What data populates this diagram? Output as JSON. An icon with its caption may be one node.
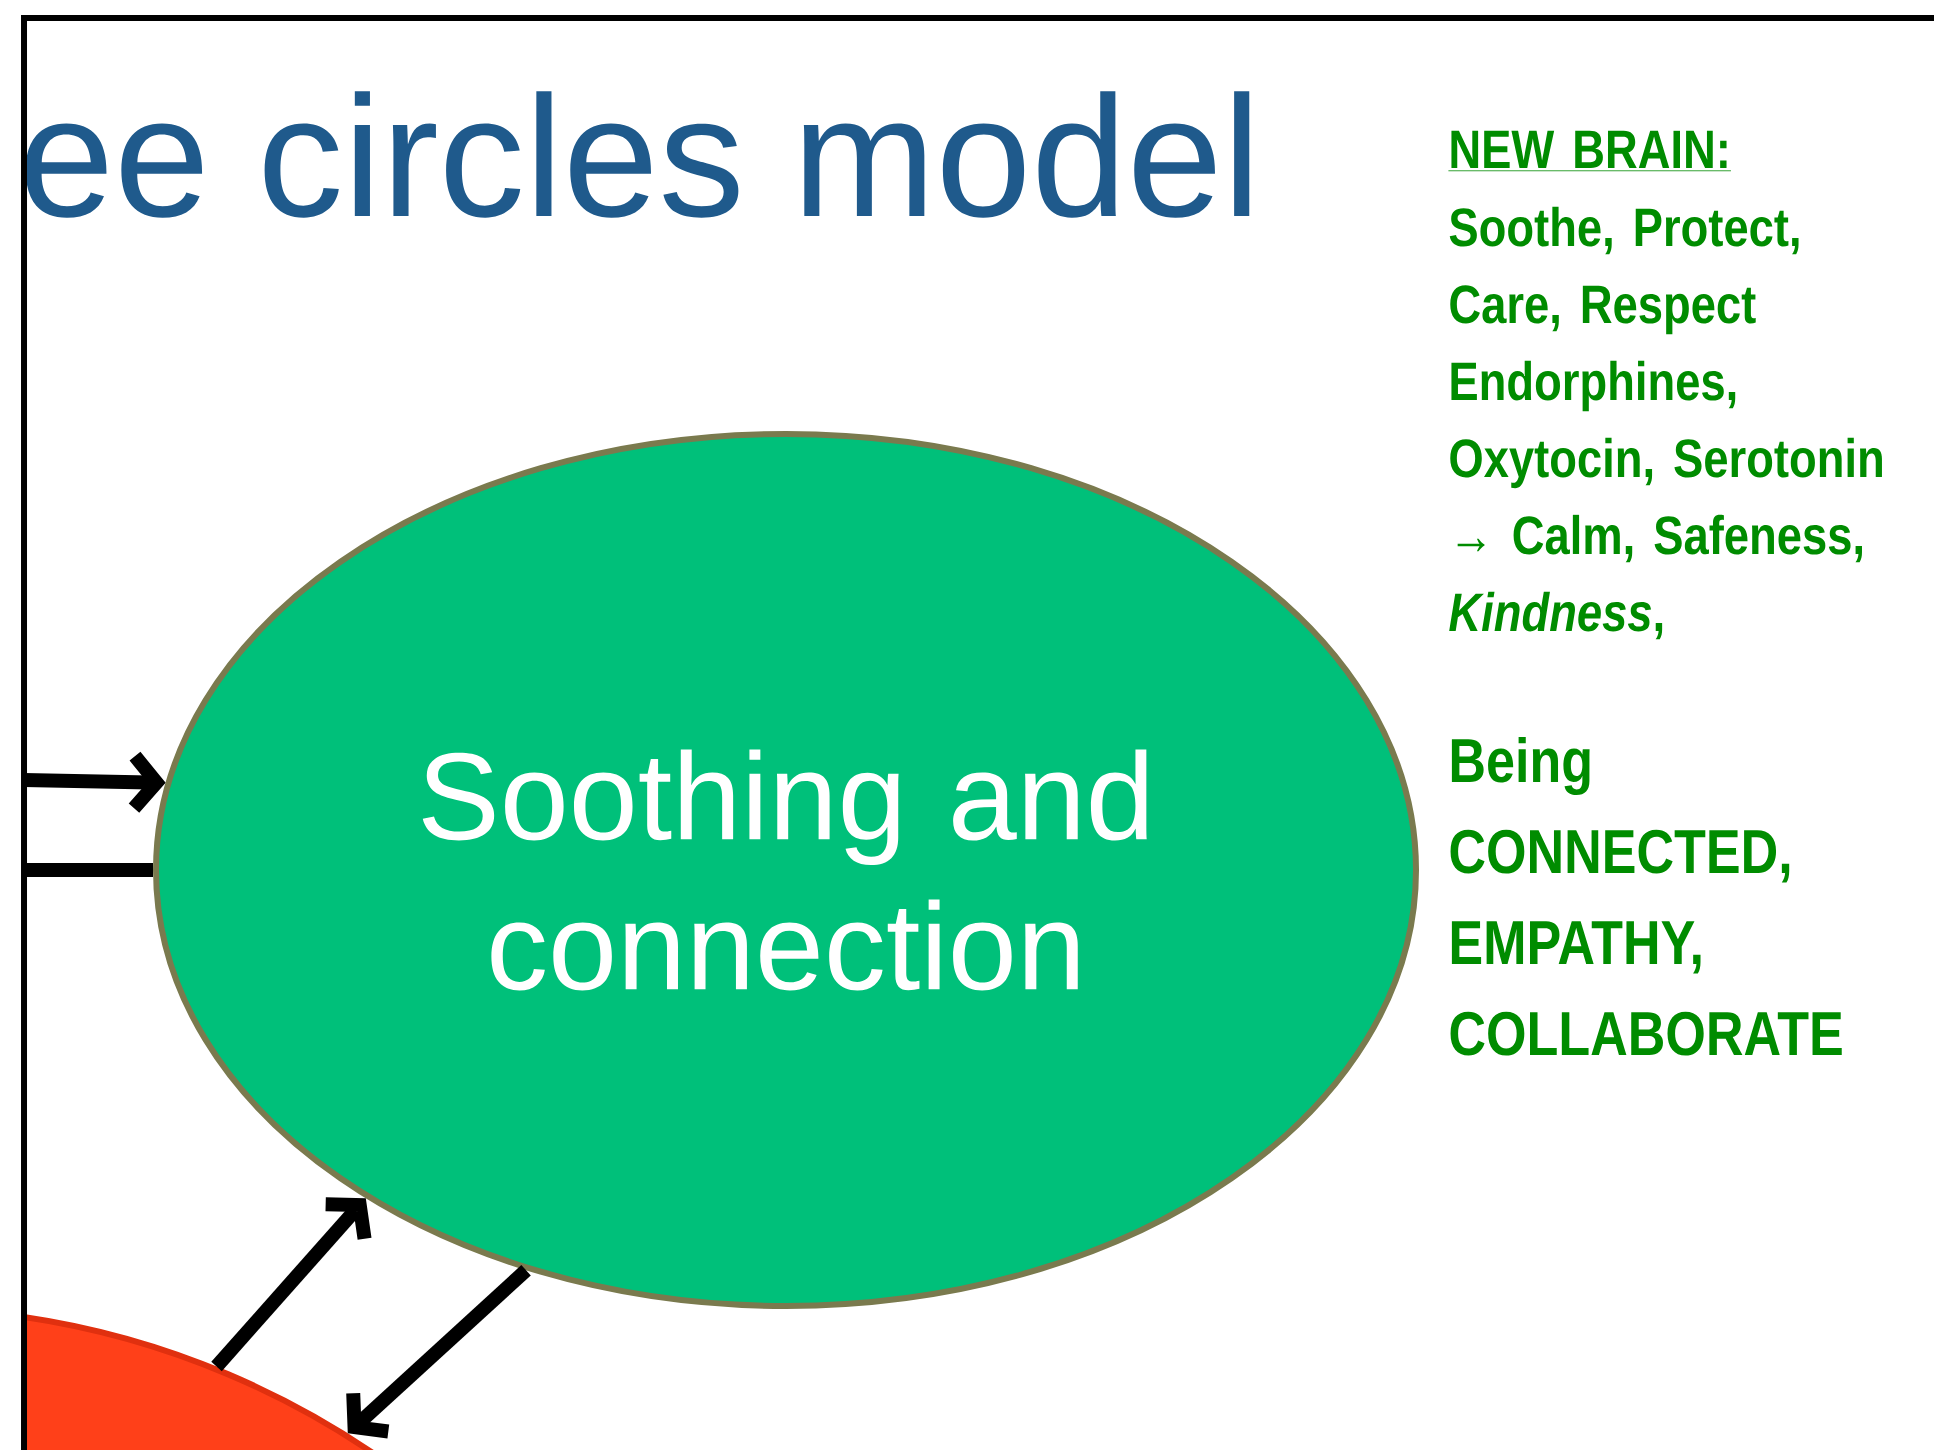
{
  "diagram": {
    "title": "ee circles model",
    "nodes": [
      {
        "text": [
          "Soothing and connection"
        ]
      },
      {
        "text": [],
        "shape": "circle"
      }
    ],
    "edges": [
      {
        "from": null,
        "to": 0,
        "arrow": "to"
      },
      {
        "from": 0,
        "to": null,
        "arrow": "none"
      },
      {
        "from": 1,
        "to": 0,
        "arrow": "to"
      },
      {
        "from": 0,
        "to": 1,
        "arrow": "to"
      }
    ],
    "labels": [
      "NEW BRAIN:",
      "Soothe, Protect, Care, Respect Endorphines, Oxytocin, Serotonin → Calm, Safeness, *Kindness*,",
      "Being CONNECTED, EMPATHY, COLLABORATE"
    ]
  }
}
